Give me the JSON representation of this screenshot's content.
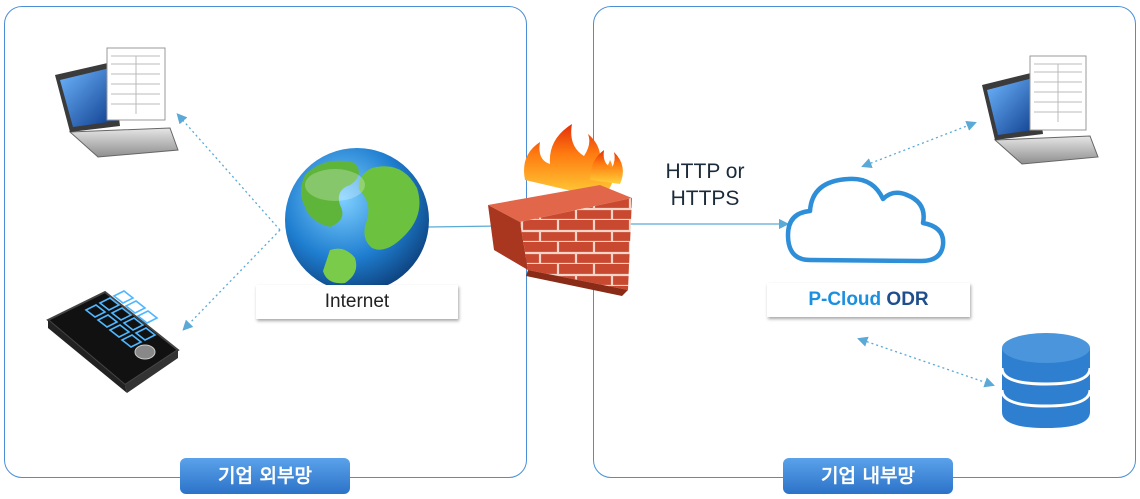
{
  "zones": {
    "external": {
      "label": "기업 외부망"
    },
    "internal": {
      "label": "기업 내부망"
    }
  },
  "labels": {
    "internet": "Internet",
    "protocol_line1": "HTTP or",
    "protocol_line2": "HTTPS",
    "pcloud_part1": "P-Cloud",
    "pcloud_part2": " ODR"
  },
  "icons": [
    "laptop-icon",
    "mobile-device-icon",
    "globe-icon",
    "firewall-icon",
    "cloud-icon",
    "database-icon"
  ],
  "colors": {
    "zone_border": "#4a8fd6",
    "badge": "#2c73c9",
    "cloud": "#2e8fd8",
    "database": "#2f7fd0"
  }
}
